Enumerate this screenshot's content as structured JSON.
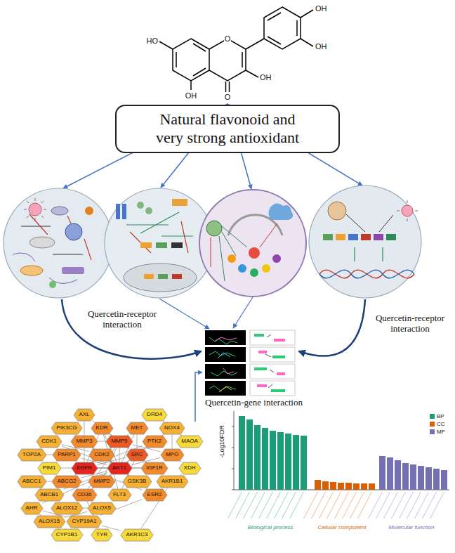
{
  "diagram": {
    "nodes": [
      {
        "text": [
          "Natural flavonoid and very strong antioxidant"
        ]
      },
      {
        "text": [
          "AXL"
        ]
      },
      {
        "text": [
          "DRD4"
        ]
      },
      {
        "text": [
          "PIK3CG"
        ]
      },
      {
        "text": [
          "KDR"
        ]
      },
      {
        "text": [
          "MET"
        ]
      },
      {
        "text": [
          "NOX4"
        ]
      },
      {
        "text": [
          "CDK1"
        ]
      },
      {
        "text": [
          "MMP3"
        ]
      },
      {
        "text": [
          "MMP9"
        ]
      },
      {
        "text": [
          "PTK2"
        ]
      },
      {
        "text": [
          "MAOA"
        ]
      },
      {
        "text": [
          "TOP2A"
        ]
      },
      {
        "text": [
          "PARP1"
        ]
      },
      {
        "text": [
          "CDK2"
        ]
      },
      {
        "text": [
          "SRC"
        ]
      },
      {
        "text": [
          "MPO"
        ]
      },
      {
        "text": [
          "PIM1"
        ]
      },
      {
        "text": [
          "EGFR"
        ]
      },
      {
        "text": [
          "AKT1"
        ]
      },
      {
        "text": [
          "IGF1R"
        ]
      },
      {
        "text": [
          "XDH"
        ]
      },
      {
        "text": [
          "ABCC1"
        ]
      },
      {
        "text": [
          "ABCG2"
        ]
      },
      {
        "text": [
          "MMP2"
        ]
      },
      {
        "text": [
          "GSK3B"
        ]
      },
      {
        "text": [
          "AKR1B1"
        ]
      },
      {
        "text": [
          "ABCB1"
        ]
      },
      {
        "text": [
          "CD36"
        ]
      },
      {
        "text": [
          "FLT3"
        ]
      },
      {
        "text": [
          "ESR2"
        ]
      },
      {
        "text": [
          "AHR"
        ]
      },
      {
        "text": [
          "ALOX12"
        ]
      },
      {
        "text": [
          "ALOX5"
        ]
      },
      {
        "text": [
          "ALOX15"
        ]
      },
      {
        "text": [
          "CYP19A1"
        ]
      },
      {
        "text": [
          "CYP1B1"
        ]
      },
      {
        "text": [
          "TYR"
        ]
      },
      {
        "text": [
          "AKR1C3"
        ]
      }
    ],
    "edges": [
      {
        "from": 19,
        "to": 18,
        "arrow": "none"
      },
      {
        "from": 19,
        "to": 15,
        "arrow": "none"
      },
      {
        "from": 19,
        "to": 9,
        "arrow": "none"
      },
      {
        "from": 19,
        "to": 20,
        "arrow": "none"
      },
      {
        "from": 19,
        "to": 10,
        "arrow": "none"
      },
      {
        "from": 19,
        "to": 24,
        "arrow": "none"
      },
      {
        "from": 19,
        "to": 4,
        "arrow": "none"
      },
      {
        "from": 19,
        "to": 5,
        "arrow": "none"
      },
      {
        "from": 19,
        "to": 14,
        "arrow": "none"
      },
      {
        "from": 19,
        "to": 25,
        "arrow": "none"
      },
      {
        "from": 19,
        "to": 30,
        "arrow": "none"
      },
      {
        "from": 19,
        "to": 13,
        "arrow": "none"
      },
      {
        "from": 19,
        "to": 3,
        "arrow": "none"
      },
      {
        "from": 19,
        "to": 23,
        "arrow": "none"
      },
      {
        "from": 19,
        "to": 28,
        "arrow": "none"
      },
      {
        "from": 19,
        "to": 8,
        "arrow": "none"
      },
      {
        "from": 19,
        "to": 7,
        "arrow": "none"
      },
      {
        "from": 19,
        "to": 16,
        "arrow": "none"
      },
      {
        "from": 19,
        "to": 6,
        "arrow": "none"
      },
      {
        "from": 19,
        "to": 31,
        "arrow": "none"
      },
      {
        "from": 19,
        "to": 27,
        "arrow": "none"
      },
      {
        "from": 19,
        "to": 17,
        "arrow": "none"
      },
      {
        "from": 18,
        "to": 15,
        "arrow": "none"
      },
      {
        "from": 18,
        "to": 4,
        "arrow": "none"
      },
      {
        "from": 18,
        "to": 5,
        "arrow": "none"
      },
      {
        "from": 18,
        "to": 20,
        "arrow": "none"
      },
      {
        "from": 18,
        "to": 10,
        "arrow": "none"
      },
      {
        "from": 18,
        "to": 9,
        "arrow": "none"
      },
      {
        "from": 18,
        "to": 23,
        "arrow": "none"
      },
      {
        "from": 18,
        "to": 1,
        "arrow": "none"
      },
      {
        "from": 18,
        "to": 30,
        "arrow": "none"
      },
      {
        "from": 18,
        "to": 14,
        "arrow": "none"
      },
      {
        "from": 15,
        "to": 4,
        "arrow": "none"
      },
      {
        "from": 15,
        "to": 5,
        "arrow": "none"
      },
      {
        "from": 15,
        "to": 10,
        "arrow": "none"
      },
      {
        "from": 15,
        "to": 20,
        "arrow": "none"
      },
      {
        "from": 15,
        "to": 9,
        "arrow": "none"
      },
      {
        "from": 15,
        "to": 24,
        "arrow": "none"
      },
      {
        "from": 15,
        "to": 29,
        "arrow": "none"
      },
      {
        "from": 15,
        "to": 1,
        "arrow": "none"
      },
      {
        "from": 9,
        "to": 8,
        "arrow": "none"
      },
      {
        "from": 9,
        "to": 24,
        "arrow": "none"
      },
      {
        "from": 9,
        "to": 16,
        "arrow": "none"
      },
      {
        "from": 9,
        "to": 4,
        "arrow": "none"
      },
      {
        "from": 9,
        "to": 28,
        "arrow": "none"
      },
      {
        "from": 23,
        "to": 27,
        "arrow": "none"
      },
      {
        "from": 23,
        "to": 22,
        "arrow": "none"
      },
      {
        "from": 27,
        "to": 22,
        "arrow": "none"
      },
      {
        "from": 33,
        "to": 32,
        "arrow": "none"
      },
      {
        "from": 33,
        "to": 34,
        "arrow": "none"
      },
      {
        "from": 32,
        "to": 34,
        "arrow": "none"
      },
      {
        "from": 35,
        "to": 36,
        "arrow": "none"
      },
      {
        "from": 35,
        "to": 31,
        "arrow": "none"
      },
      {
        "from": 35,
        "to": 30,
        "arrow": "none"
      },
      {
        "from": 36,
        "to": 31,
        "arrow": "none"
      },
      {
        "from": 38,
        "to": 26,
        "arrow": "none"
      },
      {
        "from": 38,
        "to": 35,
        "arrow": "none"
      },
      {
        "from": 21,
        "to": 16,
        "arrow": "none"
      },
      {
        "from": 21,
        "to": 26,
        "arrow": "none"
      },
      {
        "from": 11,
        "to": 2,
        "arrow": "none"
      },
      {
        "from": 7,
        "to": 14,
        "arrow": "none"
      },
      {
        "from": 7,
        "to": 12,
        "arrow": "none"
      },
      {
        "from": 13,
        "to": 12,
        "arrow": "none"
      },
      {
        "from": 6,
        "to": 16,
        "arrow": "none"
      },
      {
        "from": 29,
        "to": 4,
        "arrow": "none"
      },
      {
        "from": 37,
        "to": 28,
        "arrow": "none"
      },
      {
        "from": 25,
        "to": 14,
        "arrow": "none"
      }
    ],
    "labels": [
      "OH",
      "OH",
      "HO",
      "O",
      "OH",
      "OH",
      "O",
      "Quercetin-receptor interaction",
      "Quercetin-receptor interaction",
      "Quercetin-gene interaction",
      "-Log10FDR",
      "Biological process",
      "Cellular component",
      "Molecular function"
    ],
    "legend": [
      {
        "text": "BP",
        "color": "#1b9e77"
      },
      {
        "text": "CC",
        "color": "#d95f02"
      },
      {
        "text": "MF",
        "color": "#7570b3"
      }
    ]
  }
}
